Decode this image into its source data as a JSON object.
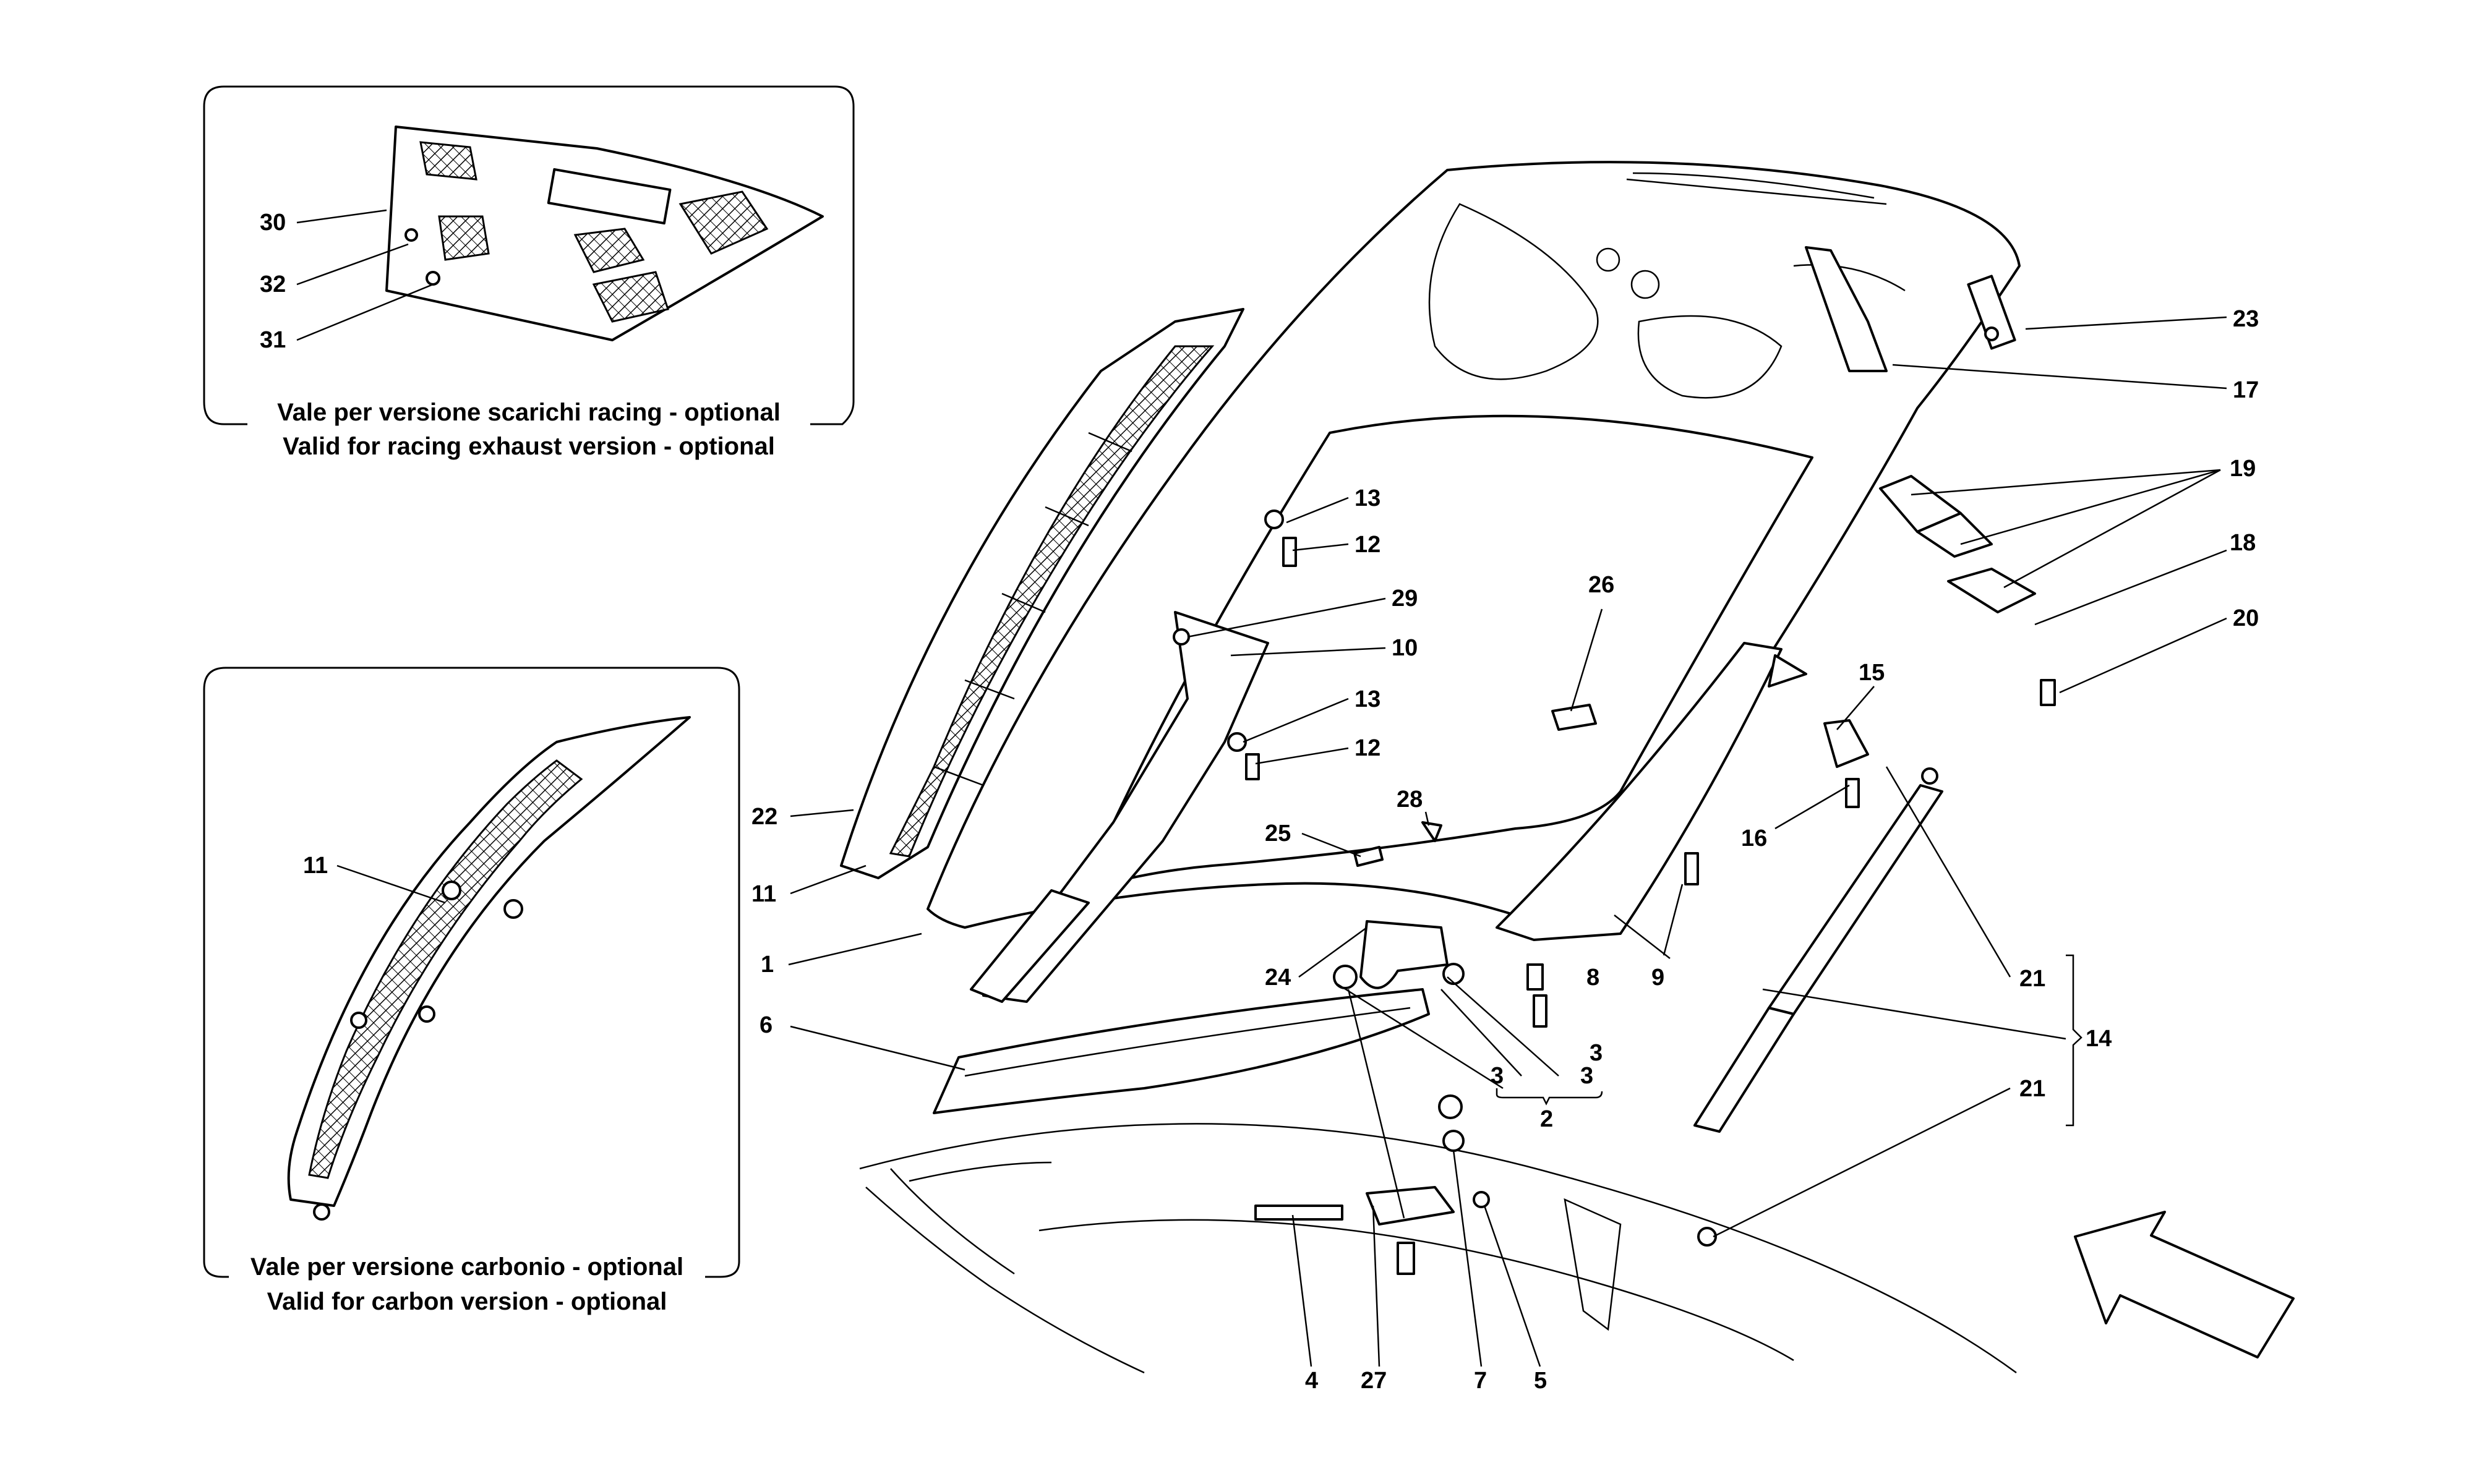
{
  "insets": {
    "racing": {
      "caption_it": "Vale per versione scarichi racing - optional",
      "caption_en": "Valid for racing exhaust version - optional",
      "callouts": [
        "30",
        "32",
        "31"
      ]
    },
    "carbon": {
      "caption_it": "Vale per versione carbonio - optional",
      "caption_en": "Valid for carbon version - optional",
      "callouts": [
        "11"
      ]
    }
  },
  "main": {
    "callouts": [
      "23",
      "17",
      "19",
      "18",
      "20",
      "15",
      "16",
      "21",
      "14",
      "21",
      "13",
      "12",
      "29",
      "10",
      "13",
      "12",
      "26",
      "28",
      "25",
      "22",
      "11",
      "1",
      "24",
      "3",
      "3",
      "3",
      "2",
      "8",
      "9",
      "6",
      "4",
      "27",
      "7",
      "5"
    ]
  },
  "icons": {
    "direction": "arrow-icon"
  }
}
